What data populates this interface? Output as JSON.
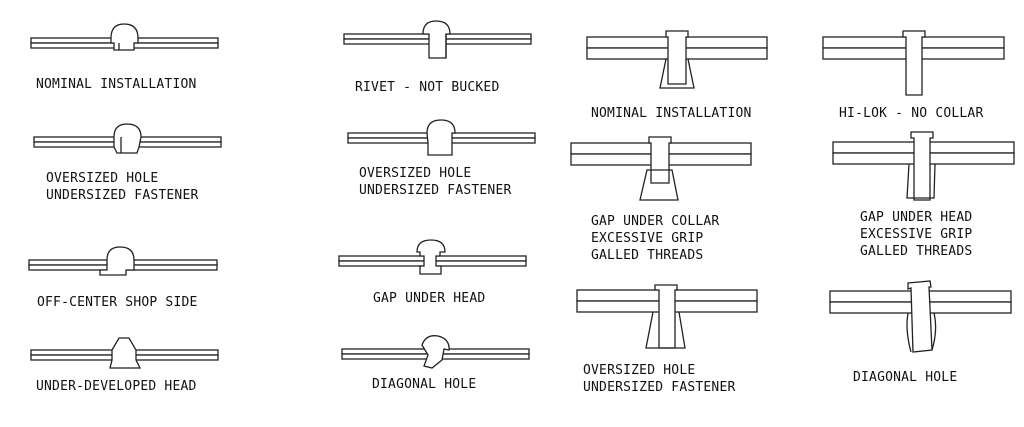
{
  "colors": {
    "stroke": "#222222",
    "text": "#111111",
    "background": "#ffffff"
  },
  "labels": {
    "solid_nominal": "NOMINAL INSTALLATION",
    "solid_oversized_hole": "OVERSIZED HOLE\nUNDERSIZED FASTENER",
    "solid_off_center": "OFF-CENTER SHOP SIDE",
    "solid_under_developed": "UNDER-DEVELOPED HEAD",
    "rivet_not_bucked": "RIVET - NOT BUCKED",
    "rivet_oversized_hole": "OVERSIZED HOLE\nUNDERSIZED FASTENER",
    "rivet_gap_under_head": "GAP UNDER HEAD",
    "rivet_diagonal_hole": "DIAGONAL HOLE",
    "lock_nominal": "NOMINAL INSTALLATION",
    "lock_gap_under_collar": "GAP UNDER COLLAR\nEXCESSIVE GRIP\nGALLED THREADS",
    "lock_oversized_hole": "OVERSIZED HOLE\nUNDERSIZED FASTENER",
    "hilok_no_collar": "HI-LOK - NO COLLAR",
    "hilok_gap_under_head": "GAP UNDER HEAD\nEXCESSIVE GRIP\nGALLED THREADS",
    "hilok_diagonal_hole": "DIAGONAL HOLE"
  }
}
